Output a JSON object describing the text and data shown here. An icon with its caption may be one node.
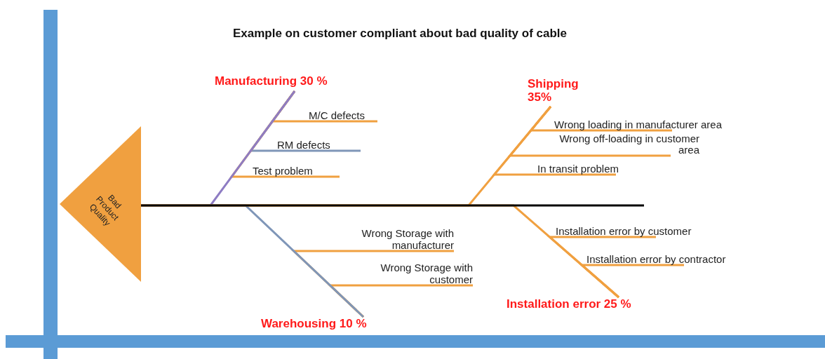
{
  "diagram": {
    "title": "Example on customer compliant about bad quality of cable",
    "nodes": [
      {
        "text": [
          "Bad Product Quality"
        ]
      },
      {
        "text": [
          "Manufacturing 30 %"
        ]
      },
      {
        "text": [
          "M/C defects"
        ]
      },
      {
        "text": [
          "RM defects"
        ]
      },
      {
        "text": [
          "Test problem"
        ]
      },
      {
        "text": [
          "Shipping 35%"
        ]
      },
      {
        "text": [
          "Wrong loading in manufacturer area"
        ]
      },
      {
        "text": [
          "Wrong off-loading in customer area"
        ]
      },
      {
        "text": [
          "In transit problem"
        ]
      },
      {
        "text": [
          "Wrong Storage with manufacturer"
        ]
      },
      {
        "text": [
          "Wrong Storage with customer"
        ]
      },
      {
        "text": [
          "Installation error by customer"
        ]
      },
      {
        "text": [
          "Installation error by contractor"
        ]
      },
      {
        "text": [
          "Installation error 25 %"
        ]
      },
      {
        "text": [
          "Warehousing 10 %"
        ]
      }
    ],
    "edges": [
      {
        "from": 1,
        "to": 0,
        "arrow": "none",
        "color": "#8e7cc3"
      },
      {
        "from": 2,
        "to": 1,
        "arrow": "none"
      },
      {
        "from": 3,
        "to": 1,
        "arrow": "none",
        "color": "#7f96b8"
      },
      {
        "from": 4,
        "to": 1,
        "arrow": "none"
      },
      {
        "from": 5,
        "to": 0,
        "arrow": "none"
      },
      {
        "from": 6,
        "to": 5,
        "arrow": "none"
      },
      {
        "from": 7,
        "to": 5,
        "arrow": "none"
      },
      {
        "from": 8,
        "to": 5,
        "arrow": "none"
      },
      {
        "from": 14,
        "to": 0,
        "arrow": "none",
        "color": "#7f96b8"
      },
      {
        "from": 9,
        "to": 14,
        "arrow": "none"
      },
      {
        "from": 10,
        "to": 14,
        "arrow": "none"
      },
      {
        "from": 13,
        "to": 0,
        "arrow": "none"
      },
      {
        "from": 11,
        "to": 13,
        "arrow": "none"
      },
      {
        "from": 12,
        "to": 13,
        "arrow": "none"
      }
    ]
  }
}
